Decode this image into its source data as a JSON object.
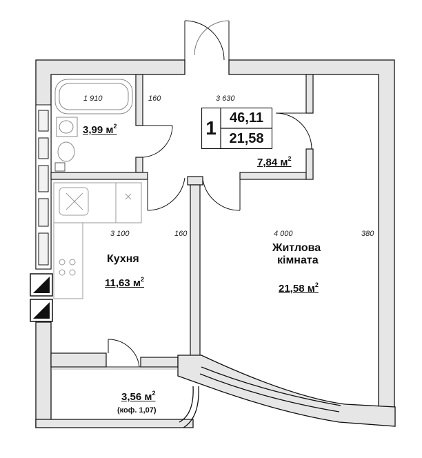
{
  "apartment": {
    "rooms_count": "1",
    "total_area": "46,11",
    "living_area": "21,58"
  },
  "rooms": {
    "bathroom": {
      "area": "3,99 м",
      "area_sup": "2"
    },
    "hallway": {
      "area": "7,84 м",
      "area_sup": "2"
    },
    "kitchen": {
      "name": "Кухня",
      "area": "11,63 м",
      "area_sup": "2"
    },
    "living_room": {
      "name_line1": "Житлова",
      "name_line2": "кімната",
      "area": "21,58 м",
      "area_sup": "2"
    },
    "balcony": {
      "area": "3,56 м",
      "area_sup": "2",
      "coefficient": "(коф. 1,07)"
    }
  },
  "dimensions": {
    "bathroom_width": "1 910",
    "partition_top": "160",
    "hallway_width": "3 630",
    "kitchen_width": "3 100",
    "partition_mid": "160",
    "living_width": "4 000",
    "outer_wall": "380"
  },
  "colors": {
    "wall_fill": "#e6e6e6",
    "line": "#111111",
    "fixture_line": "#888888"
  }
}
